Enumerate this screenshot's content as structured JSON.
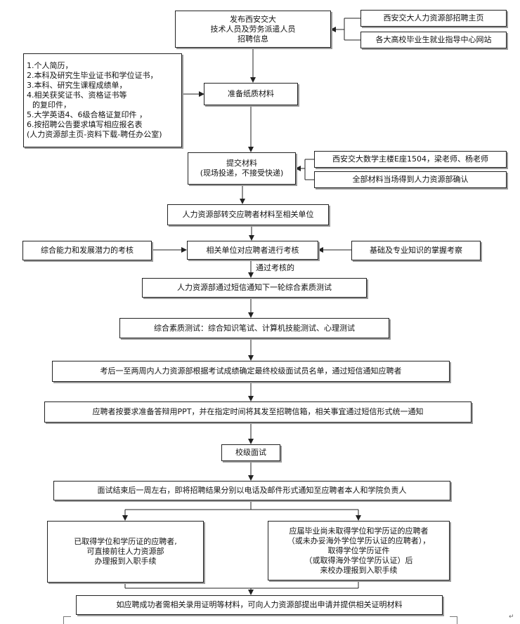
{
  "publish": {
    "lines": [
      "发布西安交大",
      "技术人员及劳务派遣人员",
      "招聘信息"
    ]
  },
  "sources": {
    "hr_homepage": "西安交大人力资源部招聘主页",
    "employment_sites": "各大高校毕业生就业指导中心网站"
  },
  "materials_list": {
    "lines": [
      "1.个人简历，",
      "2.本科及研究生毕业证书和学位证书，",
      "3.本科、研究生课程成绩单，",
      "4.相关获奖证书、资格证书等",
      "  的复印件，",
      "5.大学英语4、6级合格证复印件 ，",
      "6.按招聘公告要求填写相应报名表",
      "(人力资源部主页-资料下载-聘任办公室)"
    ]
  },
  "prepare": {
    "label": "准备纸质材料"
  },
  "submit": {
    "lines": [
      "提交材料",
      "(现场投递，不接受快递)"
    ]
  },
  "submit_info": {
    "location": "西安交大数学主楼E座1504，梁老师、杨老师",
    "confirm": "全部材料当场得到人力资源部确认"
  },
  "forward": {
    "label": "人力资源部转交应聘者材料至相关单位"
  },
  "assess": {
    "label": "相关单位对应聘者进行考核",
    "left": "综合能力和发展潜力的考核",
    "right": "基础及专业知识的掌握考察",
    "pass_label": "通过考核的"
  },
  "notify_test": {
    "label": "人力资源部通过短信通知下一轮综合素质测试"
  },
  "quality_test": {
    "label": "综合素质测试：综合知识笔试、计算机技能测试、心理测试"
  },
  "shortlist": {
    "label": "考后一至两周内人力资源部根据考试成绩确定最终校级面试员名单，通过短信通知应聘者"
  },
  "ppt": {
    "label": "应聘者按要求准备答辩用PPT，并在指定时间将其发至招聘信箱，相关事宜通过短信形式统一通知"
  },
  "interview": {
    "label": "校级面试"
  },
  "result": {
    "label": "面试结束后一周左右，即将招聘结果分别以电话及邮件形式通知至应聘者本人和学院负责人"
  },
  "with_degree": {
    "lines": [
      "已取得学位和学历证的应聘者,",
      "可直接前往人力资源部",
      "办理报到入职手续"
    ]
  },
  "without_degree": {
    "lines": [
      "应届毕业尚未取得学位和学历证的应聘者",
      "（或未办妥海外学位学历认证的应聘者），",
      "取得学位学历证件",
      "（或取得海外学位学历认证）后",
      "来校办理报到入职手续"
    ]
  },
  "final": {
    "label": "如应聘成功者需相关录用证明等材料，可向人力资源部提出申请并提供相关证明材料"
  },
  "para_mark": "↵"
}
